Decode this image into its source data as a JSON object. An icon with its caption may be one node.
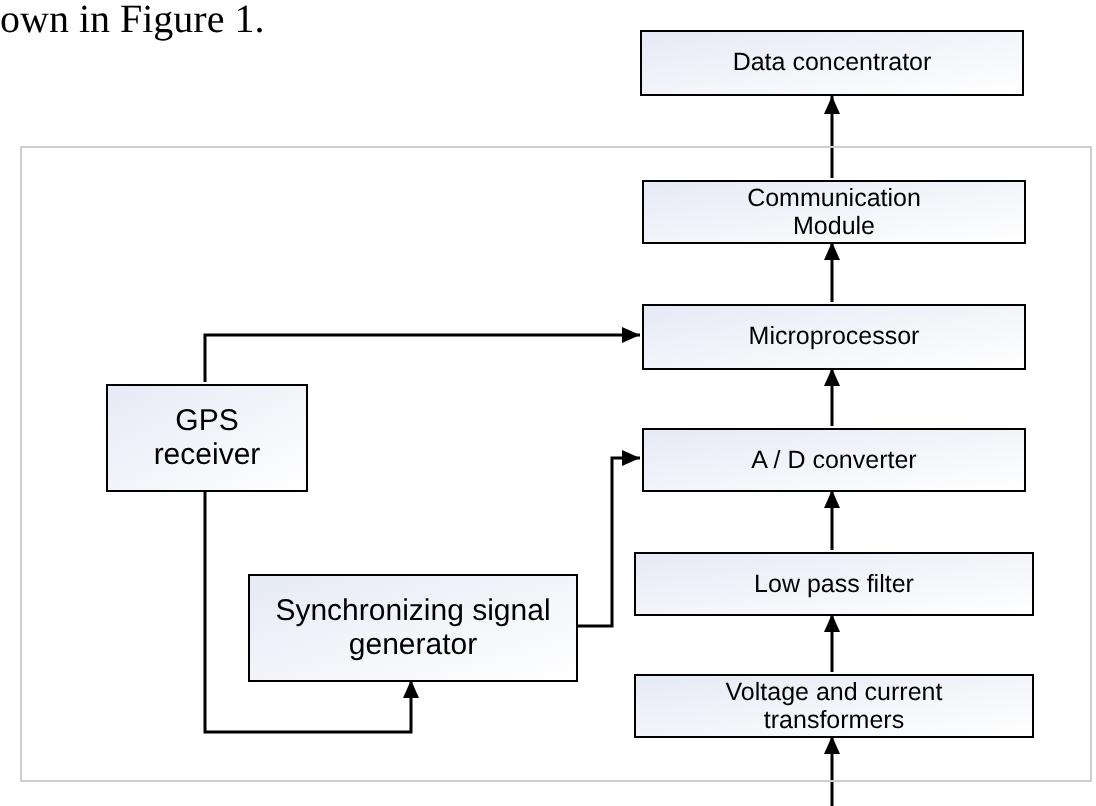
{
  "diagram": {
    "nodes": [
      {
        "text": [
          "Data concentrator"
        ]
      },
      {
        "text": [],
        "shape": "box"
      },
      {
        "text": [
          "Communication Module"
        ],
        "in": 1
      },
      {
        "text": [
          "Microprocessor"
        ],
        "in": 1
      },
      {
        "text": [
          "GPS receiver"
        ],
        "in": 1
      },
      {
        "text": [
          "A / D converter"
        ],
        "in": 1
      },
      {
        "text": [
          "Synchronizing signal generator"
        ],
        "in": 1
      },
      {
        "text": [
          "Low pass filter"
        ],
        "in": 1
      },
      {
        "text": [
          "Voltage and current transformers"
        ],
        "in": 1
      }
    ],
    "edges": [
      {
        "from": 2,
        "to": 0,
        "arrow": "to"
      },
      {
        "from": 3,
        "to": 2,
        "arrow": "to"
      },
      {
        "from": 4,
        "to": 3,
        "arrow": "to"
      },
      {
        "from": 5,
        "to": 3,
        "arrow": "to"
      },
      {
        "from": 4,
        "to": 6,
        "arrow": "to"
      },
      {
        "from": 6,
        "to": 5,
        "arrow": "to"
      },
      {
        "from": 7,
        "to": 5,
        "arrow": "to"
      },
      {
        "from": 8,
        "to": 7,
        "arrow": "to"
      },
      {
        "from": null,
        "to": 8,
        "arrow": "to"
      }
    ],
    "labels": [
      "own in Figure 1."
    ]
  }
}
